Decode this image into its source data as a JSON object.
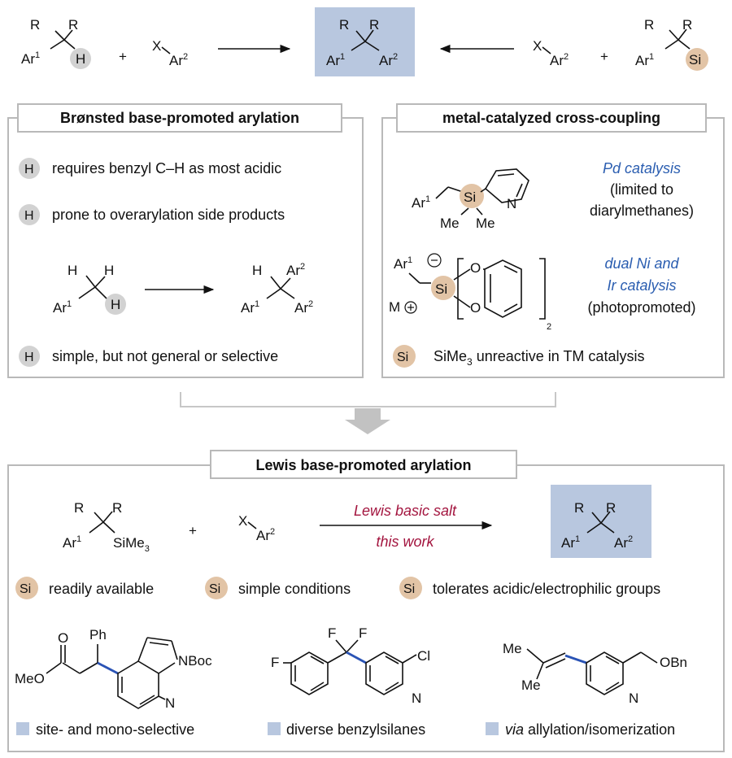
{
  "top": {
    "plus": "+",
    "X": "X",
    "Ar2": "Ar",
    "sup2": "2",
    "Ar1": "Ar",
    "sup1": "1",
    "R": "R",
    "H": "H",
    "Si": "Si"
  },
  "bronsted": {
    "header": "Brønsted base-promoted arylation",
    "badge": "H",
    "point1": "requires benzyl C–H as most acidic",
    "point2": "prone to overarylation side products",
    "point3": "simple, but not general or selective"
  },
  "metal": {
    "header": "metal-catalyzed cross-coupling",
    "pd_cat": "Pd catalysis",
    "pd_note1": "(limited to",
    "pd_note2": "diarylmethanes)",
    "niir_1": "dual Ni and",
    "niir_2": "Ir catalysis",
    "niir_3": "(photopromoted)",
    "si_badge": "Si",
    "si_point_a": "SiMe",
    "si_point_sub": "3",
    "si_point_b": " unreactive in TM catalysis",
    "Me": "Me",
    "N": "N",
    "O": "O",
    "M": "M",
    "sub2": "2"
  },
  "lewis": {
    "header": "Lewis base-promoted arylation",
    "reagent": "Lewis basic salt",
    "work": "this work",
    "SiMe": "SiMe",
    "sub3": "3",
    "badge": "Si",
    "f1": "readily available",
    "f2": "simple conditions",
    "f3": "tolerates acidic/electrophilic groups"
  },
  "examples": {
    "MeO": "MeO",
    "O": "O",
    "Ph": "Ph",
    "NBoc": "NBoc",
    "N": "N",
    "F": "F",
    "Cl": "Cl",
    "Me": "Me",
    "OBn": "OBn",
    "cap1": "site- and mono-selective",
    "cap2": "diverse benzylsilanes",
    "cap3_via": "via",
    "cap3_rest": " allylation/isomerization"
  },
  "colors": {
    "product_box": "#b8c7df",
    "blue_text": "#2a5db0",
    "red_text": "#a3153f",
    "h_badge": "#d2d2d2",
    "si_badge": "#e2c4a6",
    "box_border": "#b9b9b9"
  }
}
